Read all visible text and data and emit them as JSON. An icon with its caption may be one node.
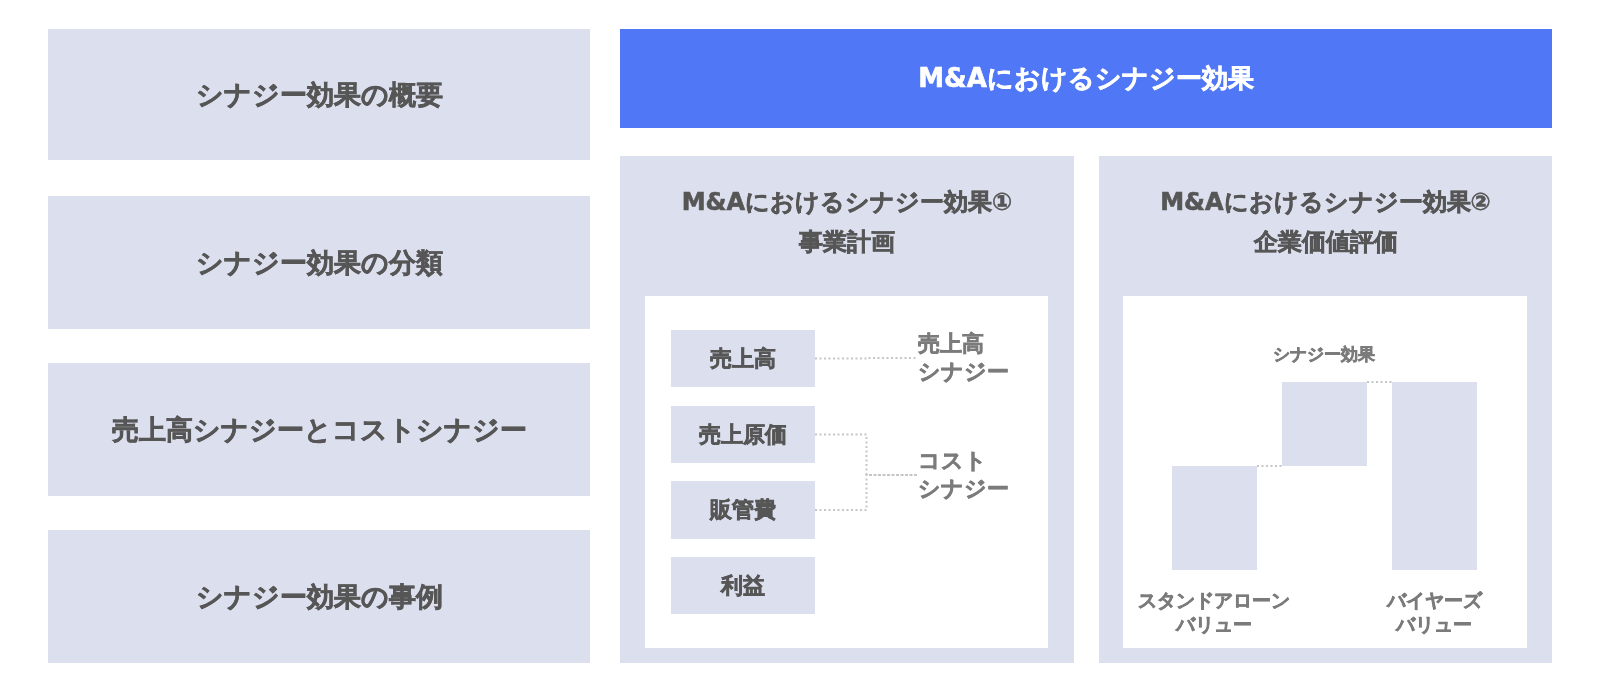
{
  "diagram": {
    "nodes": [
      {
        "text": [
          "シナジー効果の概要"
        ]
      },
      {
        "text": [
          "シナジー効果の分類"
        ]
      },
      {
        "text": [
          "売上高シナジーとコストシナジー"
        ]
      },
      {
        "text": [
          "シナジー効果の事例"
        ]
      },
      {
        "text": [
          "M&Aにおけるシナジー効果"
        ]
      },
      {
        "text": [
          "M&Aにおけるシナジー効果①事業計画"
        ]
      },
      {
        "text": [],
        "shape": "box",
        "in": 5
      },
      {
        "text": [
          "売上高"
        ],
        "in": 6
      },
      {
        "text": [
          "売上原価"
        ],
        "in": 6
      },
      {
        "text": [
          "販管費"
        ],
        "in": 6
      },
      {
        "text": [
          "利益"
        ],
        "in": 6
      },
      {
        "text": [
          "売上高シナジー"
        ],
        "in": 6
      },
      {
        "text": [
          "コストシナジー"
        ],
        "in": 6
      },
      {
        "text": [
          "M&Aにおけるシナジー効果②企業価値評価"
        ]
      },
      {
        "text": [],
        "shape": "box",
        "in": 13
      },
      {
        "text": [],
        "shape": "bar",
        "beside": [
          "スタンドアローンバリュー"
        ],
        "in": 14
      },
      {
        "text": [],
        "shape": "bar",
        "beside": [
          "シナジー効果"
        ],
        "in": 14
      },
      {
        "text": [],
        "shape": "bar",
        "beside": [
          "バイヤーズバリュー"
        ],
        "in": 14
      }
    ],
    "edges": [
      {
        "from": 7,
        "to": 11,
        "arrow": "none",
        "style": "dashed"
      },
      {
        "from": 8,
        "to": 12,
        "arrow": "none",
        "style": "dashed"
      },
      {
        "from": 9,
        "to": 12,
        "arrow": "none",
        "style": "dashed"
      },
      {
        "from": 15,
        "to": 16,
        "arrow": "none",
        "style": "dashed"
      },
      {
        "from": 16,
        "to": 17,
        "arrow": "none",
        "style": "dashed"
      }
    ]
  }
}
